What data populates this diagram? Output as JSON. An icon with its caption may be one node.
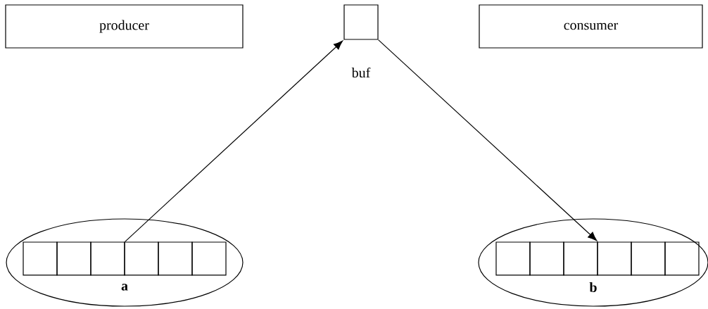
{
  "diagram": {
    "nodes": [
      {
        "text": [
          "producer"
        ]
      },
      {
        "text": [
          "buf"
        ]
      },
      {
        "text": [
          "consumer"
        ]
      },
      {
        "text": [
          "a"
        ]
      },
      {
        "text": [],
        "shape": "box",
        "in": 3
      },
      {
        "text": [],
        "shape": "box",
        "in": 3
      },
      {
        "text": [],
        "shape": "box",
        "in": 3
      },
      {
        "text": [],
        "shape": "box",
        "in": 3
      },
      {
        "text": [],
        "shape": "box",
        "in": 3
      },
      {
        "text": [],
        "shape": "box",
        "in": 3
      },
      {
        "text": [
          "b"
        ]
      },
      {
        "text": [],
        "shape": "box",
        "in": 10
      },
      {
        "text": [],
        "shape": "box",
        "in": 10
      },
      {
        "text": [],
        "shape": "box",
        "in": 10
      },
      {
        "text": [],
        "shape": "box",
        "in": 10
      },
      {
        "text": [],
        "shape": "box",
        "in": 10
      },
      {
        "text": [],
        "shape": "box",
        "in": 10
      }
    ],
    "edges": [
      {
        "from": 6,
        "to": 1,
        "arrow": "to"
      },
      {
        "from": 1,
        "to": 13,
        "arrow": "to"
      }
    ]
  }
}
